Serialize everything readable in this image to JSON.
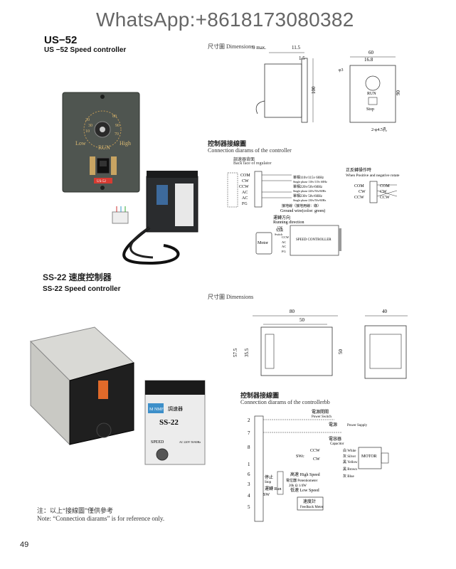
{
  "watermark": "WhatsApp:+8618173080382",
  "us52": {
    "title": "US−52",
    "subtitle": "US −52 Speed controller",
    "dimensions_label": "尺寸圖 Dimensions",
    "dims": {
      "d1": "9 max.",
      "d2": "11.5",
      "d3": "1.5",
      "d4": "100",
      "w60": "60",
      "w168": "16.8",
      "h90": "90",
      "hole": "2-φ4.5孔",
      "phi": "φ3"
    },
    "panel_labels": {
      "run": "RUN",
      "stop": "Stop"
    },
    "wiring_title_cn": "控制器接線圖",
    "wiring_title_en": "Connection diarams of the controller",
    "back_cn": "調速器背面",
    "back_en": "Back face of regulator",
    "terminals": [
      "COM",
      "CW",
      "CCW",
      "AC",
      "AC",
      "FG"
    ],
    "supply_lines": [
      "單相110v/115v 60Hz",
      "Single phase 110v/115v 60Hz",
      "單相220v/50v/60Hz",
      "Single phase 220v/50v/60Hz",
      "單相230v 50v/60Hz",
      "Single phase 230v/50v/60Hz",
      "接地線（接地用線：綠）",
      "Ground wire(color: green)"
    ],
    "forward_cn": "正反轉操作時",
    "forward_en": "When Positive and negative rotate",
    "rot_terminals": [
      "COM",
      "CW",
      "CCW"
    ],
    "running_cn": "運轉方向",
    "running_en": "Running direction",
    "motor_label": "Motor",
    "speed_label": "SPEED CONTROLLER",
    "motor_terms": [
      "CW",
      "CCW",
      "COM",
      "CW",
      "CCW",
      "AC",
      "AC",
      "FG"
    ],
    "motor_cn": [
      "切換",
      "Switch"
    ]
  },
  "photo_us52": {
    "dial_marks": [
      "20",
      "30",
      "70",
      "80",
      "90",
      "10"
    ],
    "run": "RUN",
    "low": "Low",
    "high": "High",
    "badge": "US-52"
  },
  "ss22": {
    "title": "SS-22 速度控制器",
    "subtitle": "SS-22 Speed controller",
    "dimensions_label": "尺寸圖 Dimensions",
    "dims": {
      "w80": "80",
      "w50": "50",
      "w40": "40",
      "h575": "57.5",
      "h355": "35.5",
      "h50": "50"
    },
    "wiring_title_cn": "控制器接線圖",
    "wiring_title_en": "Connection diarams of the controllerbb",
    "pins": [
      "2",
      "7",
      "8",
      "1",
      "6",
      "3",
      "4",
      "5"
    ],
    "power_switch": [
      "電源開關",
      "Power Switch"
    ],
    "power_supply": [
      "電源",
      "Power Supply"
    ],
    "capacitor": [
      "電容器",
      "Capacitor"
    ],
    "ccw": "CCW",
    "cw": "CW",
    "sw": "SWc",
    "wires": [
      "白 White",
      "灰 Silver",
      "黑 Yellow",
      "黑 Brown",
      "灰 Blue"
    ],
    "motor": "MOTOR",
    "high_speed": [
      "高速 High Speed"
    ],
    "pot": [
      "電位器 Potentiometer",
      "20k Ω 1/4W"
    ],
    "low_speed": [
      "低速 Low Speed"
    ],
    "stop": [
      "停止",
      "Stop"
    ],
    "run": [
      "運轉 Run"
    ],
    "sw2": "SW",
    "feedback": [
      "速度計",
      "Feedback Meter"
    ]
  },
  "photo_ss22": {
    "brand": "M NMF",
    "label_cn": "調速器",
    "model": "SS-22",
    "speed": "SPEED",
    "spec": "AC 220V 50/60Hz"
  },
  "note": {
    "cn": "注：以上“接線圖”僅供參考",
    "en": "Note: “Connection diarams” is for reference only."
  },
  "page_number": "49"
}
